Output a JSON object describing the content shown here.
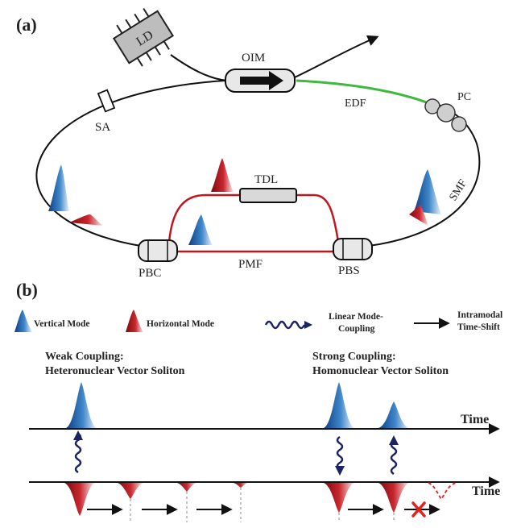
{
  "panel_a": {
    "label": "(a)",
    "ld": "LD",
    "oim": "OIM",
    "edf": "EDF",
    "pc": "PC",
    "sa": "SA",
    "tdl": "TDL",
    "smf": "SMF",
    "pbc": "PBC",
    "pmf": "PMF",
    "pbs": "PBS"
  },
  "panel_b": {
    "label": "(b)",
    "legend": {
      "vertical": "Vertical Mode",
      "horizontal": "Horizontal Mode",
      "coupling_line1": "Linear Mode-",
      "coupling_line2": "Coupling",
      "shift_line1": "Intramodal",
      "shift_line2": "Time-Shift"
    },
    "weak_line1": "Weak Coupling:",
    "weak_line2": "Heteronuclear Vector Soliton",
    "strong_line1": "Strong Coupling:",
    "strong_line2": "Homonuclear Vector Soliton",
    "time_top": "Time",
    "time_bottom": "Time"
  },
  "colors": {
    "edf_green": "#3fb83f",
    "pmf_red": "#c0171e",
    "vertical_blue": "#1f5fa8",
    "horizontal_red": "#b0121a",
    "component_gray": "#d9d9d9",
    "arrow_navy": "#1b2460",
    "cross_red": "#e3201b"
  }
}
